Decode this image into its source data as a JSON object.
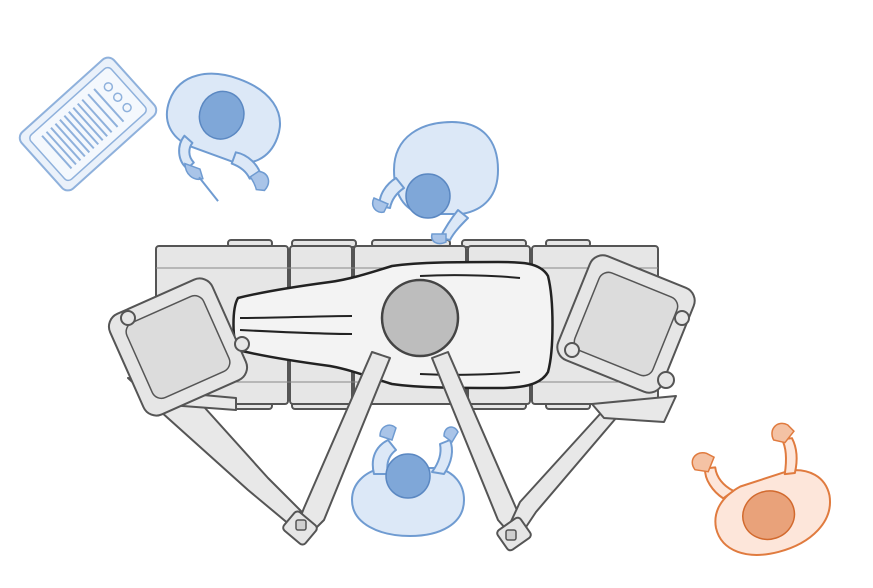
{
  "scene": {
    "kind": "operating-room-top-view",
    "palette": {
      "background": "#ffffff",
      "equipment_fill": "#e6e6e6",
      "equipment_stroke": "#555555",
      "equipment_dark": "#bdbdbd",
      "staff_fill": "#dce8f7",
      "staff_stroke": "#6f9bd1",
      "staff_head": "#7fa7d8",
      "surgeon_fill": "#fde6da",
      "surgeon_stroke": "#e07b3f",
      "surgeon_head": "#e9a27a",
      "tray_fill": "#eaf1fa",
      "tray_stroke": "#8fb1dc"
    },
    "staff": [
      {
        "id": "scrub-nurse",
        "role": "staff"
      },
      {
        "id": "assistant-top",
        "role": "staff"
      },
      {
        "id": "assistant-bottom",
        "role": "staff"
      }
    ],
    "console_surgeon": {
      "id": "console-surgeon",
      "role": "surgeon"
    },
    "equipment": [
      "operating-table",
      "patient",
      "robot-cart-left",
      "robot-cart-right",
      "robot-column",
      "robot-arms",
      "instrument-tray"
    ]
  }
}
